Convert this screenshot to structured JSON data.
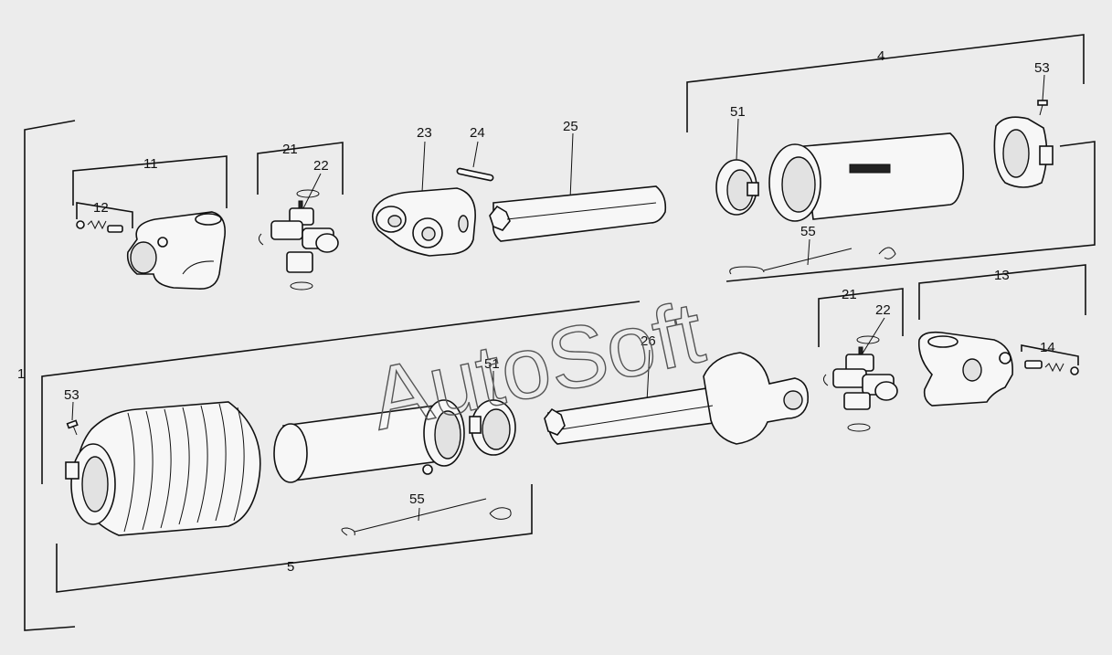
{
  "watermark": "AutoSoft",
  "callouts": {
    "c1": "1",
    "c4": "4",
    "c5": "5",
    "c11": "11",
    "c12": "12",
    "c13": "13",
    "c14": "14",
    "c21a": "21",
    "c21b": "21",
    "c22a": "22",
    "c22b": "22",
    "c23": "23",
    "c24": "24",
    "c25": "25",
    "c26": "26",
    "c51a": "51",
    "c51b": "51",
    "c53a": "53",
    "c53b": "53",
    "c55a": "55",
    "c55b": "55"
  }
}
